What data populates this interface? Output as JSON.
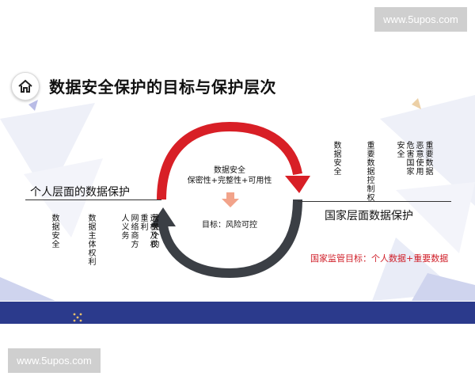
{
  "watermark": {
    "top": "www.5upos.com",
    "bottom": "www.5upos.com"
  },
  "slide": {
    "title": "数据安全保护的目标与保护层次",
    "personal": {
      "heading": "个人层面的数据保护",
      "items": [
        "数据安全",
        "数据主体权利",
        "网络商方人义务",
        "运相及权重利",
        "营关个的"
      ]
    },
    "national": {
      "heading": "国家层面数据保护",
      "items": [
        "数据安全",
        "重要数据控制权",
        "重要数据恶意使用危害国家安全"
      ],
      "note": "国家监管目标：个人数据+重要数据"
    },
    "cycle": {
      "top_line1": "数据安全",
      "top_line2": "保密性+完整性+可用性",
      "goal": "目标：风险可控"
    }
  },
  "colors": {
    "red_arrow": "#d81f26",
    "dark_arrow": "#3b3f45",
    "accent_red": "#d0202a",
    "band": "#2b3a8c"
  },
  "icons": {
    "home": "home-icon"
  }
}
